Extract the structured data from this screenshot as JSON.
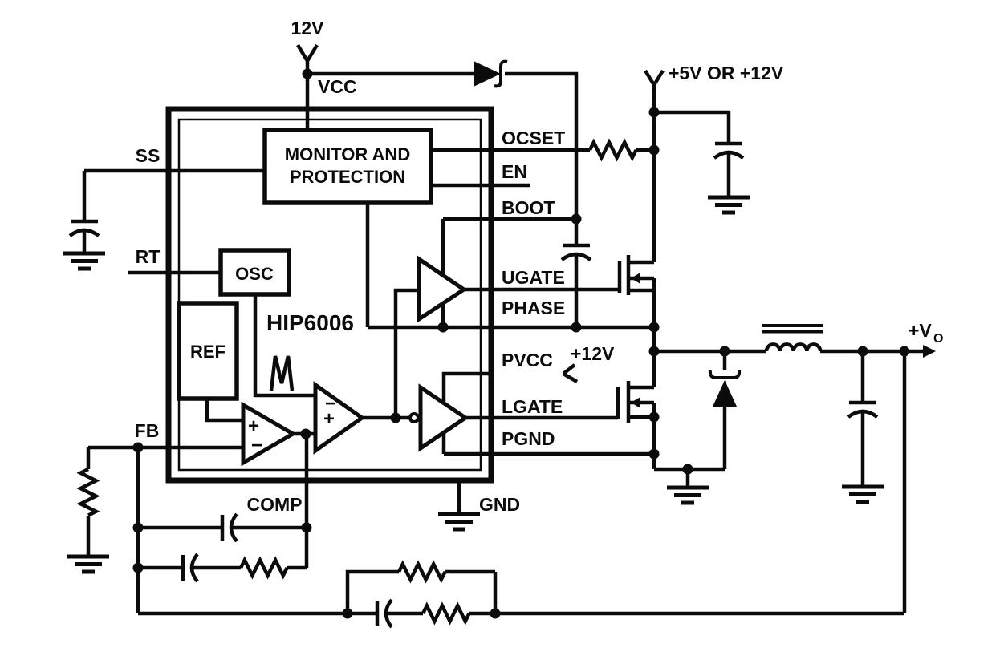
{
  "colors": {
    "ink": "#0b0b0b",
    "background": "#ffffff"
  },
  "chip": {
    "name": "HIP6006",
    "blocks": {
      "monitor_line1": "MONITOR AND",
      "monitor_line2": "PROTECTION",
      "oscillator": "OSC",
      "reference": "REF"
    },
    "marks": {
      "plus": "+",
      "minus": "−"
    }
  },
  "pins": {
    "vcc": "VCC",
    "ss": "SS",
    "rt": "RT",
    "fb": "FB",
    "comp": "COMP",
    "gnd": "GND",
    "ocset": "OCSET",
    "en": "EN",
    "boot": "BOOT",
    "ugate": "UGATE",
    "phase": "PHASE",
    "pvcc": "PVCC",
    "lgate": "LGATE",
    "pgnd": "PGND"
  },
  "supplies": {
    "bias": "12V",
    "gate_drive": "+12V",
    "input_rail": "+5V OR +12V"
  },
  "output": {
    "label": "+V",
    "subscript": "O"
  }
}
